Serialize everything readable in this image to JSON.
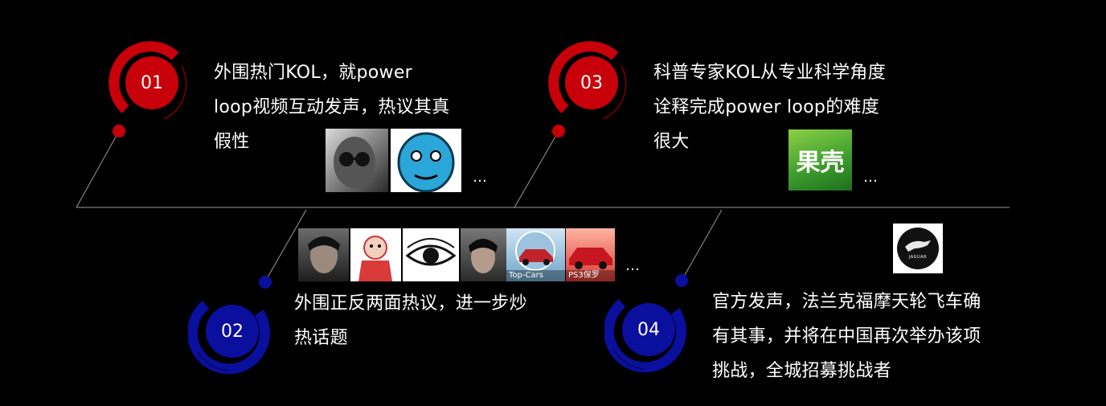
{
  "items": [
    {
      "num": "01",
      "lines": [
        "外围热门KOL，就power",
        "loop视频互动发声，热议其真",
        "假性"
      ]
    },
    {
      "num": "02",
      "lines": [
        "外围正反两面热议，进一步炒",
        "热话题"
      ]
    },
    {
      "num": "03",
      "lines": [
        "科普专家KOL从专业科学角度",
        "诠释完成power loop的难度",
        "很大"
      ]
    },
    {
      "num": "04",
      "lines": [
        "官方发声，法兰克福摩天轮飞车确",
        "有其事，并将在中国再次举办该项",
        "挑战，全城招募挑战者"
      ]
    }
  ],
  "ellipsis": "…",
  "thumb_captions": {
    "topcars": "Top-Cars",
    "ps3": "PS3保罗"
  },
  "logos": {
    "guoke": "果壳",
    "jaguar": "JAGUAR"
  },
  "colors": {
    "red": "#c8000a",
    "blue": "#0a0f9e",
    "line": "#9a9a9a"
  }
}
